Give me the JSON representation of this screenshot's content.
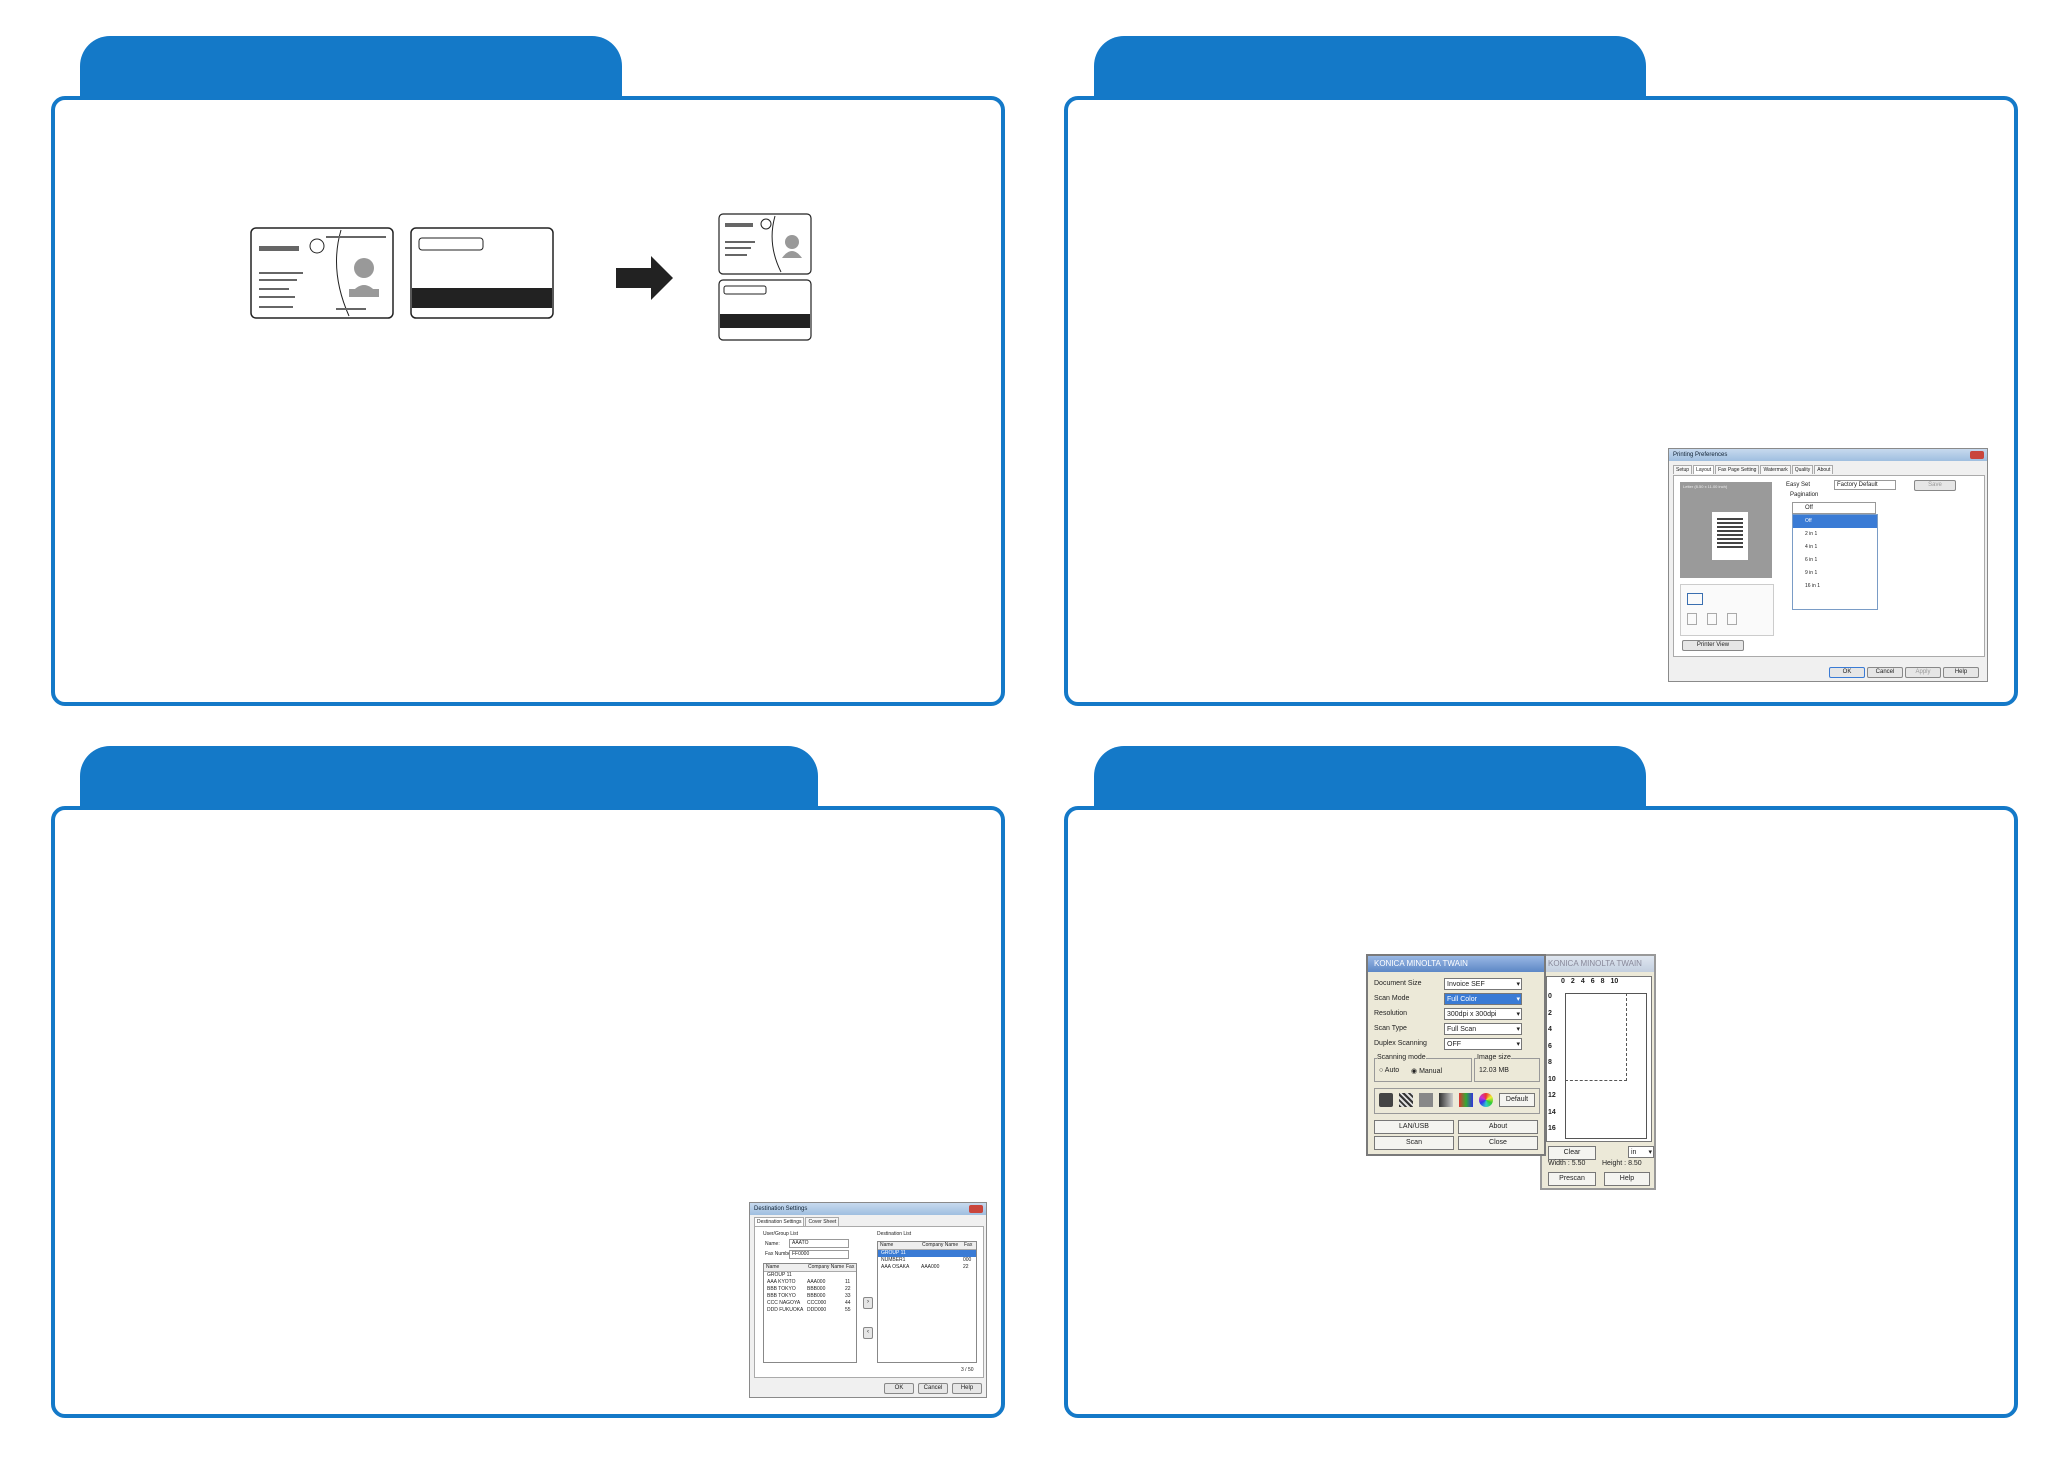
{
  "panels": {
    "top_left": {
      "title": ""
    },
    "top_right": {
      "title": ""
    },
    "bottom_left": {
      "title": ""
    },
    "bottom_right": {
      "title": ""
    }
  },
  "id_card_illustration": {
    "arrow": "right-arrow-icon",
    "card_front": "id-card-front-icon",
    "card_back": "magnetic-stripe-card-icon"
  },
  "printing_preferences": {
    "title": "Printing Preferences",
    "tabs": [
      "Setup",
      "Layout",
      "Fax Page Setting",
      "Watermark",
      "Quality",
      "About"
    ],
    "preview_caption": "Letter (8.50 x 11.00 inch)",
    "easy_set_label": "Easy Set",
    "easy_set_value": "Factory Default",
    "save_label": "Save",
    "pagination_label": "Pagination",
    "pagination_selected": "Off",
    "pagination_options": [
      "Off",
      "2 in 1",
      "4 in 1",
      "6 in 1",
      "9 in 1",
      "16 in 1"
    ],
    "printer_view_label": "Printer View",
    "buttons": [
      "OK",
      "Cancel",
      "Apply",
      "Help"
    ]
  },
  "destination_settings": {
    "title": "Destination Settings",
    "tabs": [
      "Destination Settings",
      "Cover Sheet"
    ],
    "group_label": "User/Group List",
    "name_label": "Name:",
    "name_value": "AAATO",
    "fax_label": "Fax Number:",
    "fax_value": "FF0000",
    "list_headers": [
      "Name",
      "Company Name",
      "Fax"
    ],
    "list_rows": [
      [
        "GROUP 11",
        "",
        ""
      ],
      [
        "AAA KYOTO",
        "AAA000",
        "11"
      ],
      [
        "BBB TOKYO",
        "BBB000",
        "22"
      ],
      [
        "BBB TOKYO",
        "BBB000",
        "33"
      ],
      [
        "CCC NAGOYA",
        "CCC000",
        "44"
      ],
      [
        "DDD FUKUOKA",
        "DDD000",
        "55"
      ]
    ],
    "dest_label": "Destination List",
    "dest_headers": [
      "Name",
      "Company Name",
      "Fax"
    ],
    "dest_rows": [
      [
        "GROUP 11",
        "",
        ""
      ],
      [
        "NUMBER1",
        "",
        "000"
      ],
      [
        "AAA OSAKA",
        "AAA000",
        "22"
      ]
    ],
    "count": "3 / 50",
    "buttons": [
      "OK",
      "Cancel",
      "Help"
    ]
  },
  "twain": {
    "title": "KONICA MINOLTA TWAIN",
    "preview_title": "KONICA MINOLTA TWAIN",
    "fields": [
      {
        "label": "Document Size",
        "value": "Invoice SEF"
      },
      {
        "label": "Scan Mode",
        "value": "Full Color"
      },
      {
        "label": "Resolution",
        "value": "300dpi x 300dpi"
      },
      {
        "label": "Scan Type",
        "value": "Full Scan"
      },
      {
        "label": "Duplex Scanning",
        "value": "OFF"
      }
    ],
    "scanning_mode_label": "Scanning mode",
    "auto_label": "Auto",
    "manual_label": "Manual",
    "image_size_label": "Image size",
    "image_size_value": "12.03 MB",
    "default_label": "Default",
    "lan_usb_label": "LAN/USB",
    "about_label": "About",
    "scan_label": "Scan",
    "close_label": "Close",
    "ruler_top": [
      "0",
      "2",
      "4",
      "6",
      "8",
      "10"
    ],
    "ruler_left": [
      "0",
      "2",
      "4",
      "6",
      "8",
      "10",
      "12",
      "14",
      "16"
    ],
    "clear_label": "Clear",
    "unit_value": "in",
    "width_text": "Width : 5.50",
    "height_text": "Height : 8.50",
    "prescan_label": "Prescan",
    "help_label": "Help"
  }
}
